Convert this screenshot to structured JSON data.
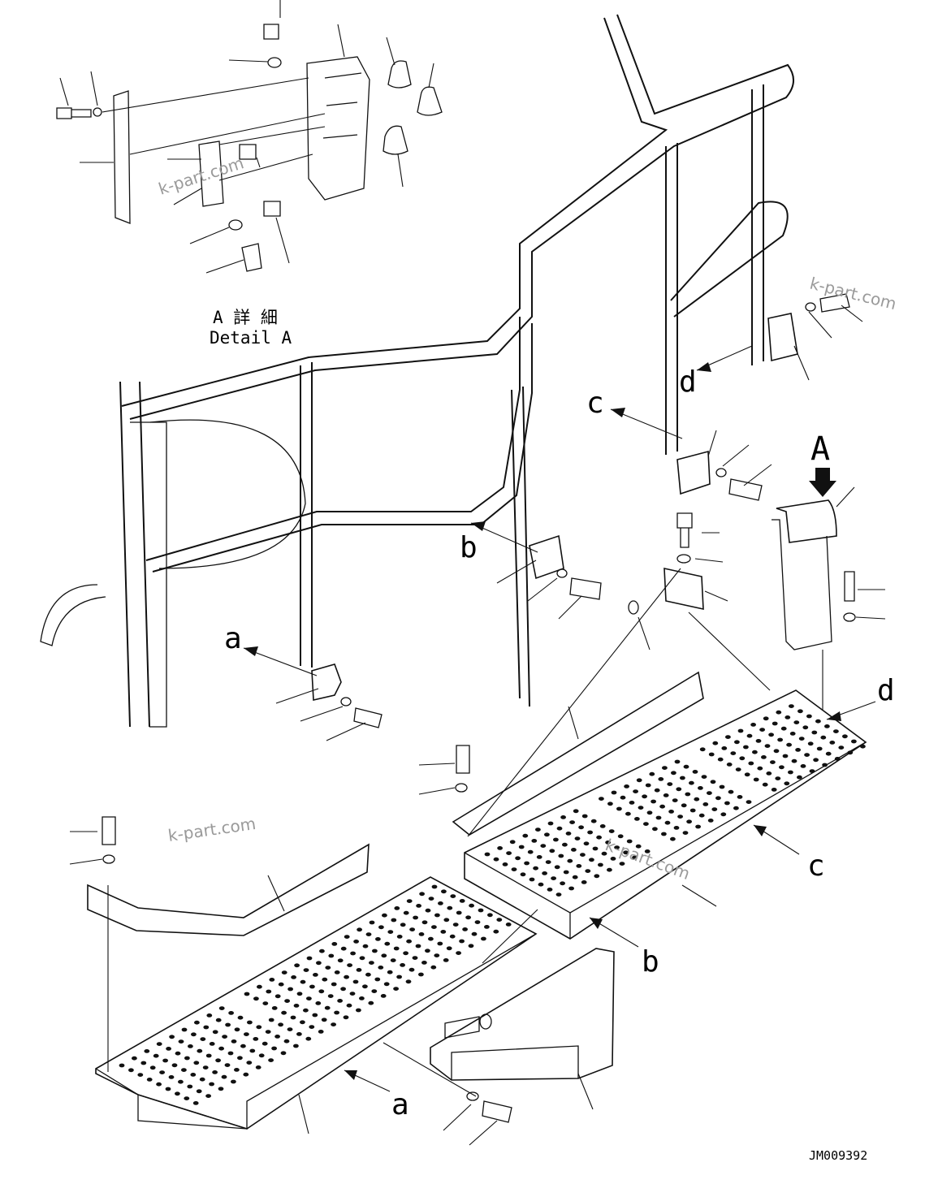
{
  "detail_title": {
    "japanese": "A 詳 細",
    "english": "Detail A"
  },
  "view_arrow_label": "A",
  "refs": {
    "a": "a",
    "b": "b",
    "c": "c",
    "d": "d"
  },
  "watermark": "k-part.com",
  "drawing_number": "JM009392",
  "colors": {
    "line": "#111111",
    "background": "#ffffff",
    "watermark": "#9a9a9a"
  }
}
